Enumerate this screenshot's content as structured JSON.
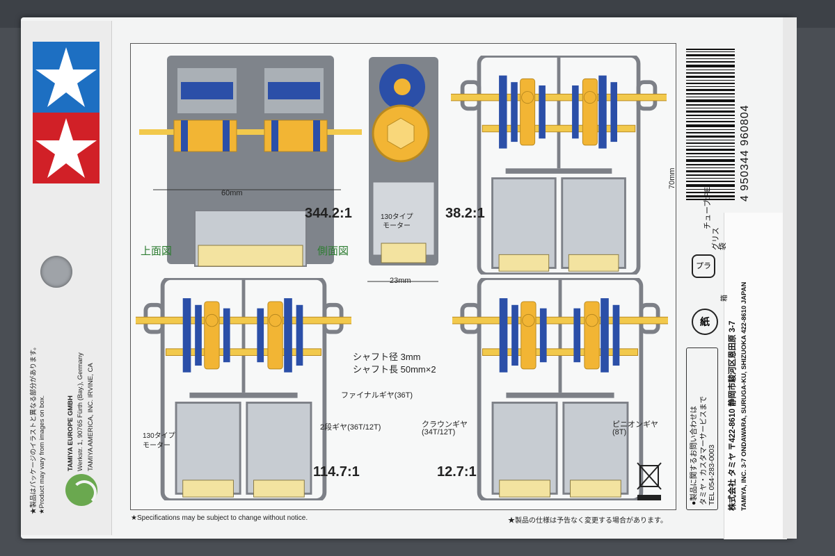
{
  "logo": {
    "name": "tamiya-star-logo",
    "colors": {
      "blue": "#1d6fc2",
      "red": "#d12027",
      "white": "#ffffff"
    }
  },
  "left_flap": {
    "warning_jp": "★製品はパッケージのイラストと異なる部分があります。",
    "warning_en": "★Product may vary from images on box.",
    "tamiya_europe": "TAMIYA EUROPE GMBH",
    "tamiya_europe_addr": "Werkstr. 1, 90765 Fürth (Bay.), Germany",
    "tamiya_america": "TAMIYA AMERICA, INC. IRVINE, CA"
  },
  "diagrams": {
    "top_left": {
      "view_top": "上面図",
      "view_side": "側面図",
      "width_dim": "60mm",
      "ratio": "344.2:1"
    },
    "top_center": {
      "motor_label_1": "130タイプ",
      "motor_label_2": "モーター",
      "width_dim": "23mm"
    },
    "top_right": {
      "ratio": "38.2:1",
      "height_dim": "70mm"
    },
    "bottom_left": {
      "shaft_diameter": "シャフト径 3mm",
      "shaft_length": "シャフト長 50mm×2",
      "final_gear": "ファイナルギヤ(36T)",
      "two_stage_gear": "2段ギヤ(36T/12T)",
      "motor_label_1": "130タイプ",
      "motor_label_2": "モーター",
      "ratio": "114.7:1"
    },
    "bottom_right": {
      "crown_gear_1": "クラウンギヤ",
      "crown_gear_2": "(34T/12T)",
      "pinion_gear_1": "ピニオンギヤ",
      "pinion_gear_2": "(8T)",
      "ratio": "12.7:1"
    }
  },
  "footer": {
    "spec_en": "★Specifications may be subject to change without notice.",
    "spec_jp": "★製品の仕様は予告なく変更する場合があります。"
  },
  "right_panel": {
    "barcode_number": "4 950344 960804",
    "grease_line1": "グリス",
    "grease_line2": "チューブ:PE",
    "grease_line3": "袋",
    "box_label": "箱",
    "paper_label": "紙",
    "plastic_label": "プラ",
    "inquiry_line1": "●製品に関するお問い合わせは",
    "inquiry_line2": "タミヤ・カスタマーサービスまで",
    "inquiry_tel": "TEL 054-283-0003",
    "company_jp": "株式会社 タミヤ 〒422-8610 静岡市駿河区恩田原 3-7",
    "company_en": "TAMIYA, INC. 3-7 ONDAWARA, SURUGA-KU, SHIZUOKA 422-8610 JAPAN"
  },
  "colors": {
    "gear_blue": "#2b4fa8",
    "gear_yellow": "#f2b534",
    "frame_gray": "#7d8087",
    "motor_gray": "#c7ccd2",
    "ratio_text": "#222222"
  }
}
